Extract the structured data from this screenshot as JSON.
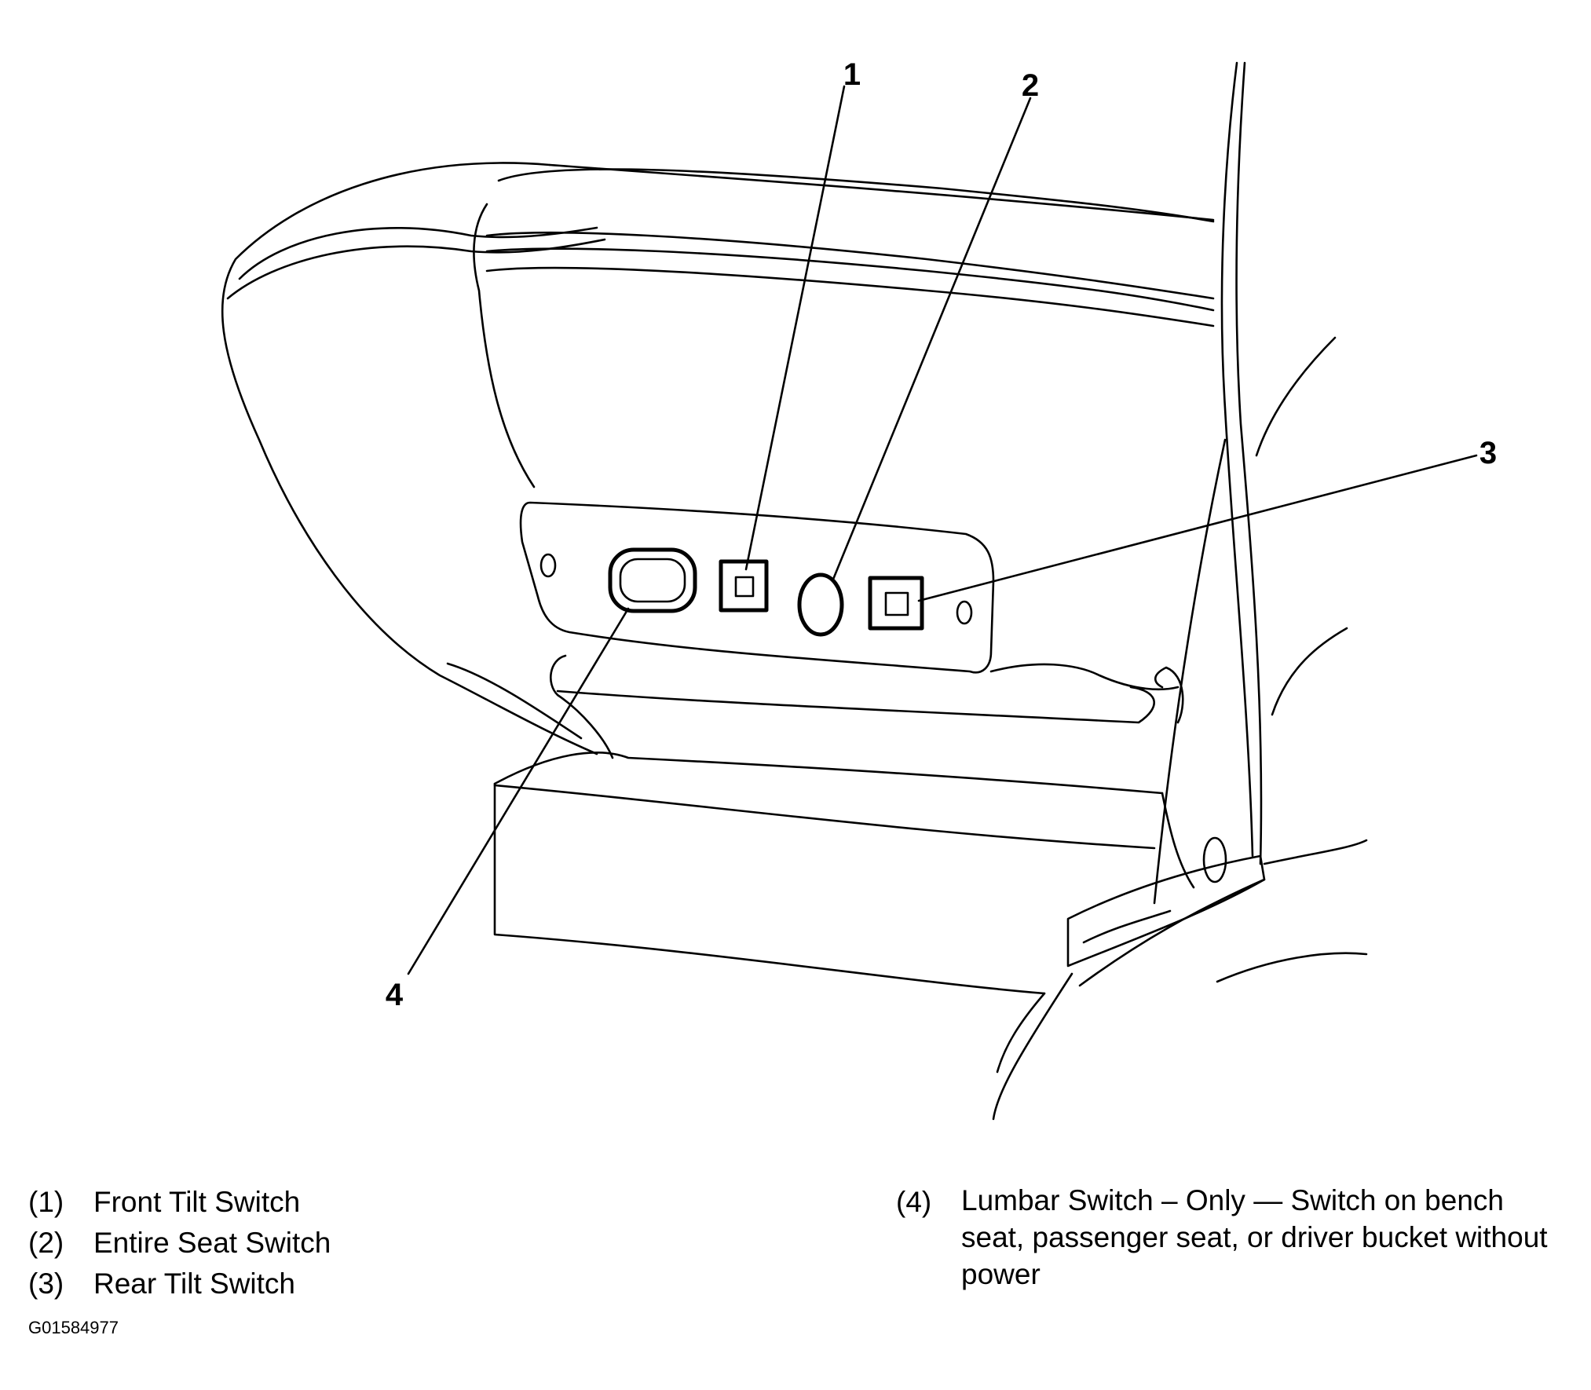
{
  "callouts": [
    {
      "number": "1"
    },
    {
      "number": "2"
    },
    {
      "number": "3"
    },
    {
      "number": "4"
    }
  ],
  "legend": {
    "left": [
      {
        "number": "(1)",
        "text": "Front Tilt Switch"
      },
      {
        "number": "(2)",
        "text": "Entire Seat Switch"
      },
      {
        "number": "(3)",
        "text": "Rear Tilt Switch"
      }
    ],
    "right": [
      {
        "number": "(4)",
        "text": "Lumbar Switch – Only — Switch on bench seat, passenger seat, or driver bucket without power"
      }
    ]
  },
  "figure_id": "G01584977",
  "icons": [
    "seat-cushion-drawing",
    "switch-panel",
    "seat-belt-buckle"
  ]
}
